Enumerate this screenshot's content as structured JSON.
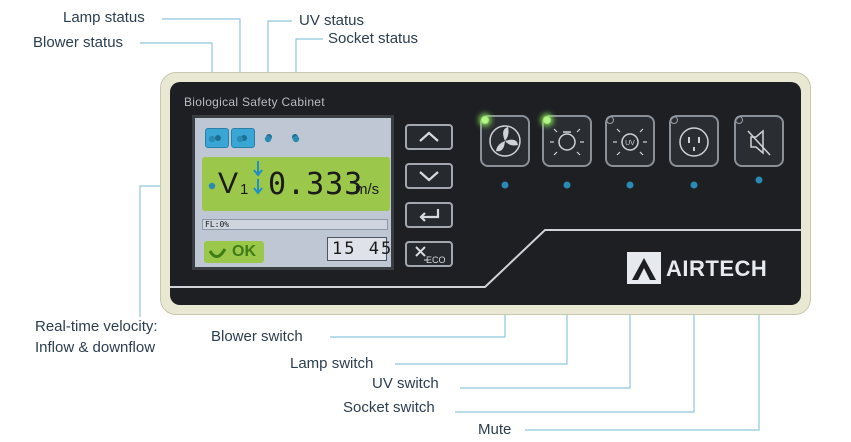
{
  "callouts": {
    "lamp_status": "Lamp status",
    "blower_status": "Blower status",
    "uv_status": "UV status",
    "socket_status": "Socket status",
    "velocity_line1": "Real-time velocity:",
    "velocity_line2": "Inflow & downflow",
    "blower_switch": "Blower switch",
    "lamp_switch": "Lamp switch",
    "uv_switch": "UV switch",
    "socket_switch": "Socket switch",
    "mute": "Mute"
  },
  "device": {
    "title": "Biological Safety Cabinet",
    "brand": "AIRTECH",
    "screen": {
      "velocity_symbol": "V",
      "velocity_subscript": "1",
      "velocity_value": "0.333",
      "velocity_unit": "m/s",
      "filter_label": "FL:0%",
      "ok_label": "OK",
      "time": "15 45"
    },
    "nav_buttons": [
      "up-arrow-icon",
      "down-arrow-icon",
      "enter-icon",
      "eco-icon"
    ],
    "eco_label": "ECO",
    "switches": [
      {
        "name": "blower",
        "icon": "fan-icon",
        "led_on": true
      },
      {
        "name": "lamp",
        "icon": "lamp-icon",
        "led_on": true
      },
      {
        "name": "uv",
        "icon": "uv-icon",
        "led_on": false,
        "icon_text": "UV"
      },
      {
        "name": "socket",
        "icon": "socket-icon",
        "led_on": false
      },
      {
        "name": "mute",
        "icon": "mute-icon",
        "led_on": false
      }
    ]
  },
  "colors": {
    "panel_frame": "#e9e8d2",
    "panel_face": "#1d1f22",
    "screen_green": "#9bc84a",
    "status_blue": "#39a6d6",
    "leader_line": "#8fc6de",
    "dot": "#2a8ab3",
    "led_green": "#b6f58c"
  }
}
